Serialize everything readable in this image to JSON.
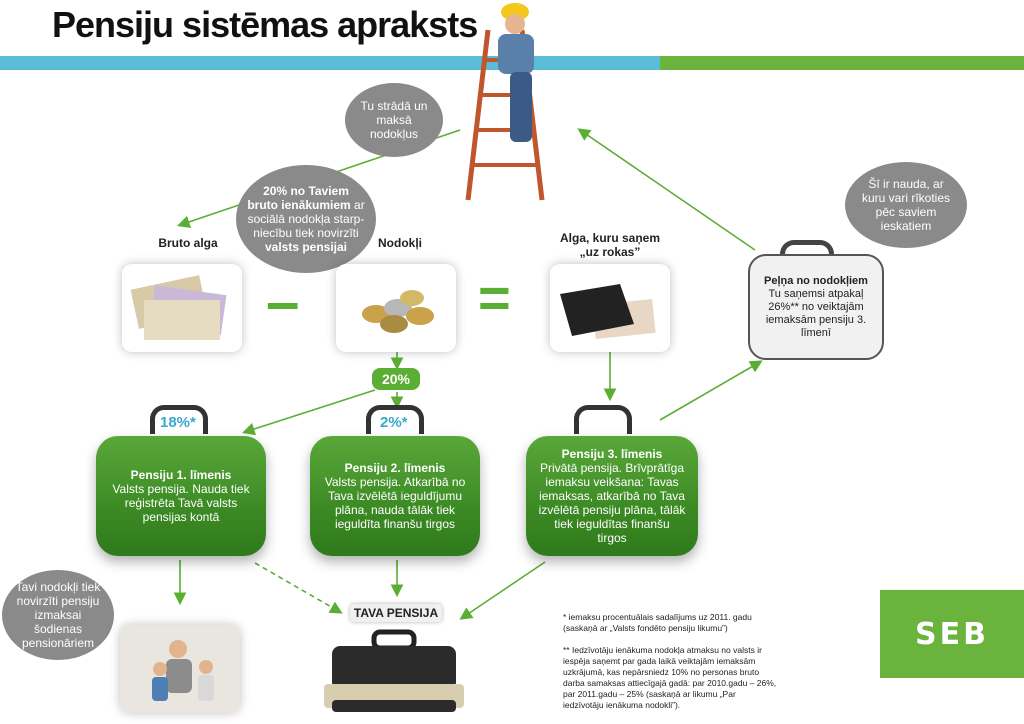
{
  "title": "Pensiju sistēmas apraksts",
  "colors": {
    "band_blue": "#5bbcd6",
    "band_green": "#6ab43e",
    "case_green": "#3c8a24",
    "percent_blue": "#3aa7cf",
    "bubble_gray": "#8a8a8a"
  },
  "bubbles": {
    "work": "Tu strādā un maksā nodokļus",
    "tax_line1": "20% no Taviem",
    "tax_line2": "bruto ienākumiem",
    "tax_line3": "ar sociālā nodokļa starp-niecību tiek novirzīti",
    "tax_line4": "valsts pensijai",
    "money": "Šī ir nauda, ar kuru vari rīkoties pēc saviem ieskatiem",
    "retirees": "Tavi nodokļi tiek novirzīti pensiju izmaksai šodienas pensionāriem"
  },
  "labels": {
    "gross": "Bruto alga",
    "taxes": "Nodokļi",
    "net_line1": "Alga, kuru saņem",
    "net_line2": "„uz rokas”",
    "twenty": "20%",
    "your_pension": "TAVA PENSIJA"
  },
  "operators": {
    "minus": "–",
    "equals": "="
  },
  "cases": {
    "p1": {
      "pct": "18%*",
      "title": "Pensiju 1. līmenis",
      "body": "Valsts pensija. Nauda tiek reģistrēta Tavā valsts pensijas kontā"
    },
    "p2": {
      "pct": "2%*",
      "title": "Pensiju 2. līmenis",
      "body": "Valsts pensija. Atkarībā no Tava izvēlētā ieguldījumu plāna, nauda tālāk tiek ieguldīta finanšu tirgos"
    },
    "p3": {
      "title": "Pensiju 3. līmenis",
      "body": "Privātā pensija. Brīvprātīga iemaksu veikšana: Tavas iemaksas, atkarībā no Tava izvēlētā pensiju plāna, tālāk tiek ieguldītas finanšu tirgos"
    },
    "refund": {
      "title": "Peļņa no nodokļiem",
      "body": "Tu saņemsi atpakaļ 26%** no veiktajām iemaksām pensiju 3. līmenī"
    }
  },
  "notes": {
    "n1": "* iemaksu procentuālais sadalījums uz 2011. gadu (saskaņā ar „Valsts fondēto pensiju likumu”)",
    "n2": "** Iedzīvotāju ienākuma nodokļa atmaksu no valsts ir iespēja saņemt par gada laikā veiktajām iemaksām uzkrājumā, kas nepārsniedz 10% no personas bruto darba samaksas attiecīgajā gadā: par 2010.gadu – 26%, par 2011.gadu – 25% (saskaņā ar likumu „Par iedzīvotāju ienākuma nodokli”)."
  },
  "logo": "SEB"
}
